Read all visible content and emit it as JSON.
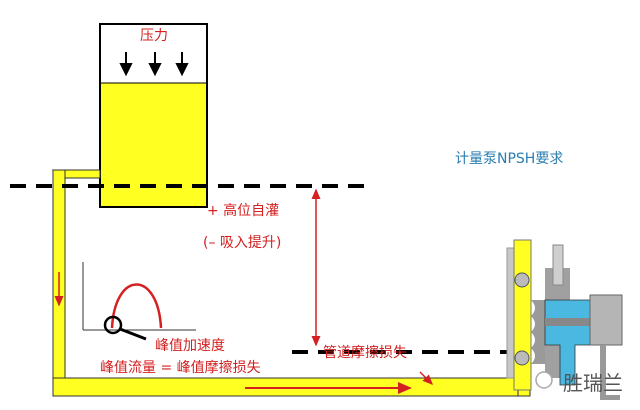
{
  "labels": {
    "pressure": "压力",
    "npsh_title": "计量泵NPSH要求",
    "flooded_suction": "+ 高位自灌",
    "suction_lift": "(– 吸入提升)",
    "peak_acceleration": "峰值加速度",
    "peak_flow_equation": "峰值流量 = 峰值摩擦损失",
    "pipe_friction_loss": "管道摩擦损失",
    "watermark": "胜瑞兰"
  },
  "colors": {
    "fluid": "#ffff22",
    "accent_red": "#d42020",
    "title_blue": "#2a7db0",
    "pump_blue": "#4ab8e0"
  }
}
